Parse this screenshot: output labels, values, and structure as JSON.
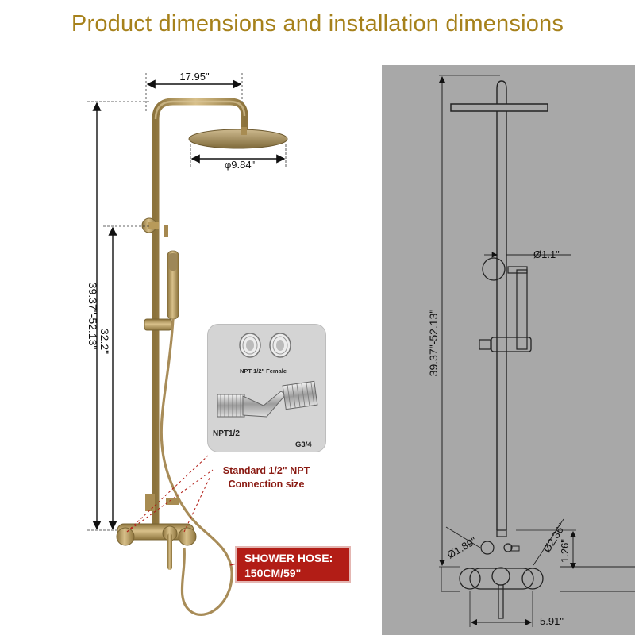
{
  "title": "Product dimensions and installation dimensions",
  "left_diagram": {
    "width_label": "17.95\"",
    "head_diameter_label": "φ9.84\"",
    "total_height_label": "39.37\"-52.13\"",
    "rail_height_label": "32.2\""
  },
  "inset": {
    "female_label": "NPT 1/2\" Female",
    "left_thread_label": "NPT1/2",
    "right_thread_label": "G3/4"
  },
  "connection_note": {
    "line1": "Standard 1/2\" NPT",
    "line2": "Connection size"
  },
  "hose_callout": {
    "line1": "SHOWER HOSE:",
    "line2": "150CM/59\""
  },
  "right_diagram": {
    "height_label": "39.37\"-52.13\"",
    "pipe_diameter_label": "Ø1.1\"",
    "left_diameter_label": "Ø1.89\"",
    "right_diameter_label": "Ø2.36\"",
    "outlet_height_label": "1.26\"",
    "bottom_width_label": "5.91\""
  },
  "colors": {
    "title": "#a6811b",
    "brass": "#b89a5a",
    "panel_gray": "#a8a8a8",
    "callout_red": "#b21d16"
  }
}
